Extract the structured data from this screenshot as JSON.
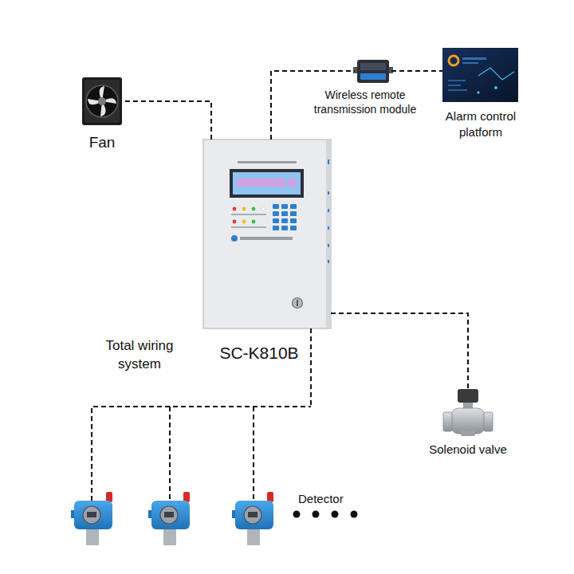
{
  "diagram": {
    "nodes": [
      {
        "text": [
          "Fan"
        ]
      },
      {
        "text": [
          "Wireless remote transmission module"
        ]
      },
      {
        "text": [
          "Alarm control platform"
        ]
      },
      {
        "text": [
          "SC-K810B"
        ]
      },
      {
        "text": [
          "Solenoid valve"
        ]
      },
      {
        "text": [
          "Detector"
        ]
      }
    ],
    "edges": [
      {
        "from": 3,
        "to": 0,
        "arrow": "none"
      },
      {
        "from": 3,
        "to": 1,
        "arrow": "none"
      },
      {
        "from": 1,
        "to": 2,
        "arrow": "none"
      },
      {
        "from": 3,
        "to": 4,
        "arrow": "none"
      },
      {
        "from": 3,
        "to": 5,
        "arrow": "none"
      }
    ],
    "labels": [
      "Total wiring system"
    ]
  }
}
